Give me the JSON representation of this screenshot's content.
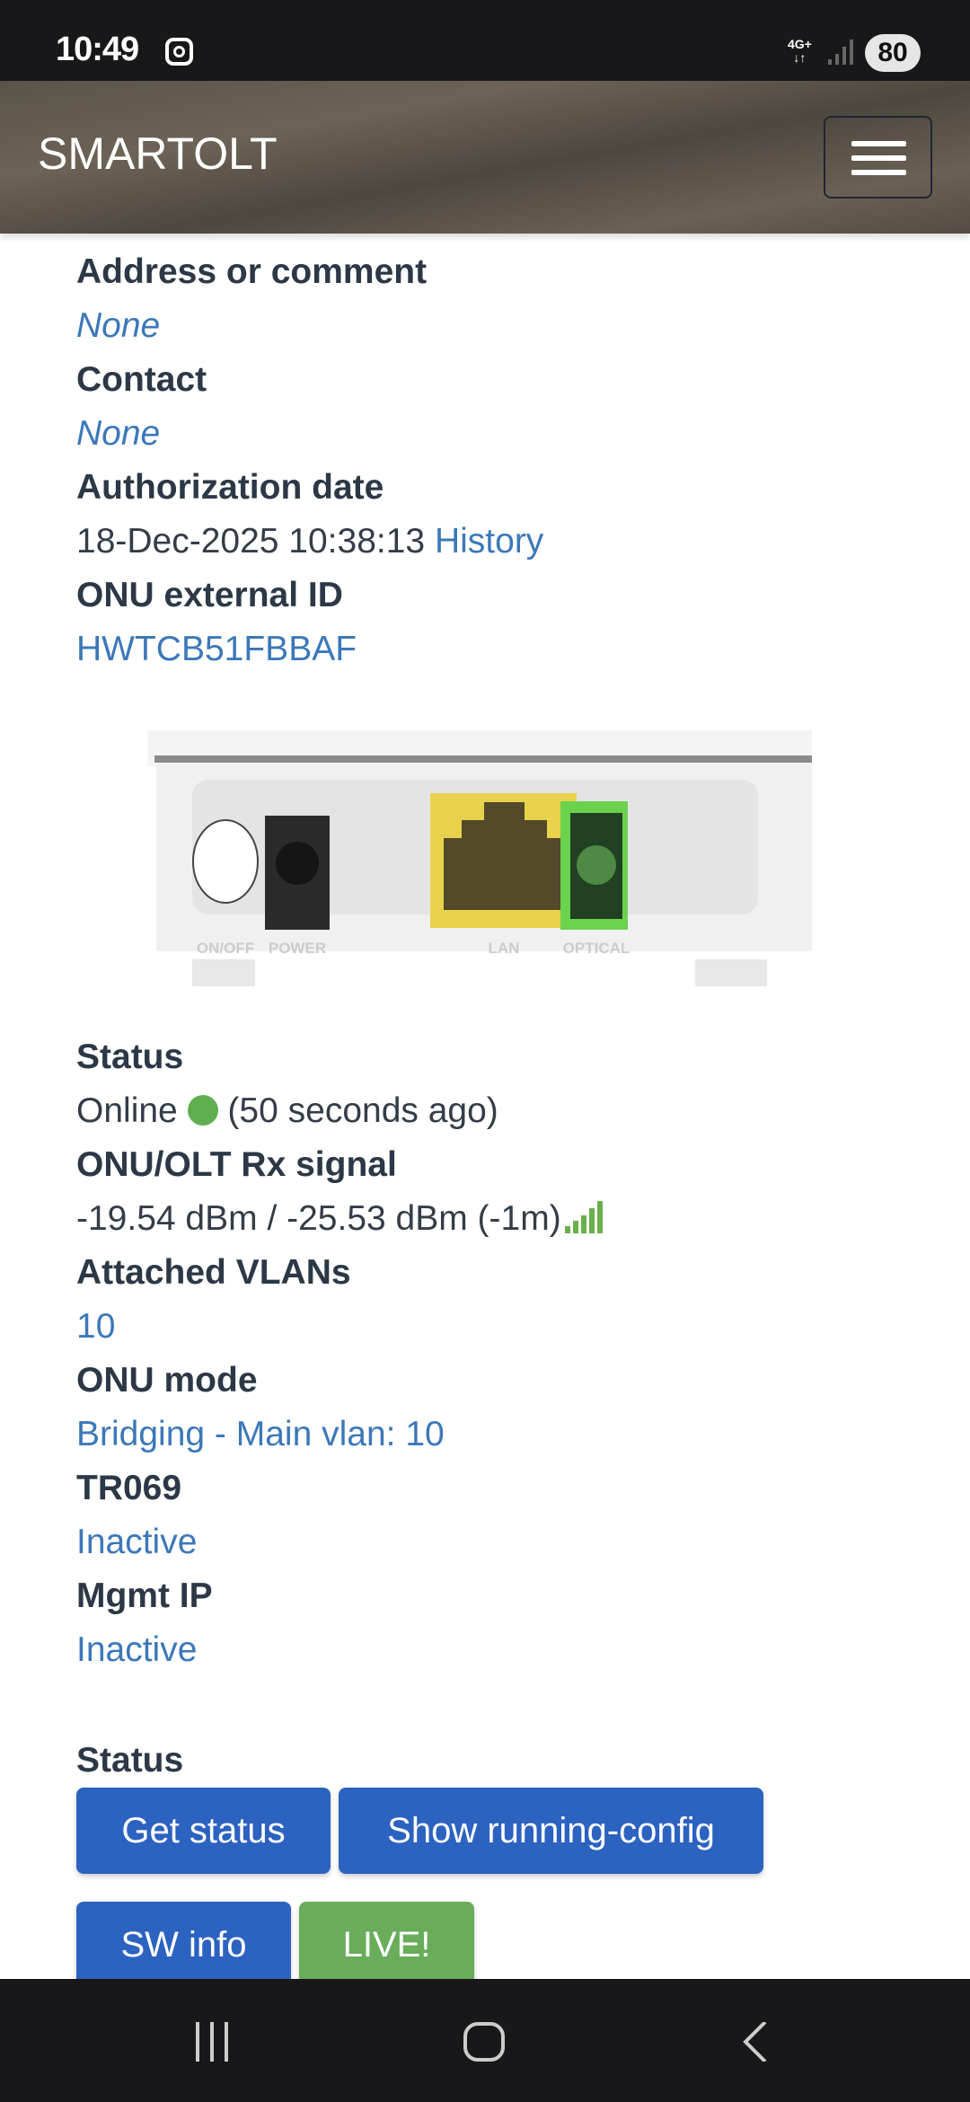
{
  "status_bar": {
    "time": "10:49",
    "network": "4G+",
    "battery": "80"
  },
  "header": {
    "brand": "SMARTOLT"
  },
  "fields": [
    {
      "label": "Address or comment",
      "value": "None"
    },
    {
      "label": "Contact",
      "value": "None"
    },
    {
      "label": "Authorization date",
      "value": "18-Dec-2025 10:38:13",
      "link": "History"
    },
    {
      "label": "ONU external ID",
      "value": "HWTCB51FBBAF"
    }
  ],
  "device_image": {
    "ports": [
      "ON/OFF",
      "POWER",
      "LAN",
      "OPTICAL"
    ]
  },
  "details": {
    "status_label": "Status",
    "status_value": "Online",
    "status_ago": "(50 seconds ago)",
    "signal_label": "ONU/OLT Rx signal",
    "signal_value": "-19.54 dBm / -25.53 dBm (-1m)",
    "vlans_label": "Attached VLANs",
    "vlans_value": "10",
    "mode_label": "ONU mode",
    "mode_value": "Bridging - Main vlan: 10",
    "tr069_label": "TR069",
    "tr069_value": "Inactive",
    "mgmt_label": "Mgmt IP",
    "mgmt_value": "Inactive"
  },
  "actions": {
    "heading": "Status",
    "get_status": "Get status",
    "show_config": "Show running-config",
    "sw_info": "SW info",
    "live": "LIVE!"
  },
  "colors": {
    "primary": "#2c62c0",
    "success": "#69ad5a",
    "link": "#3c78b9"
  }
}
